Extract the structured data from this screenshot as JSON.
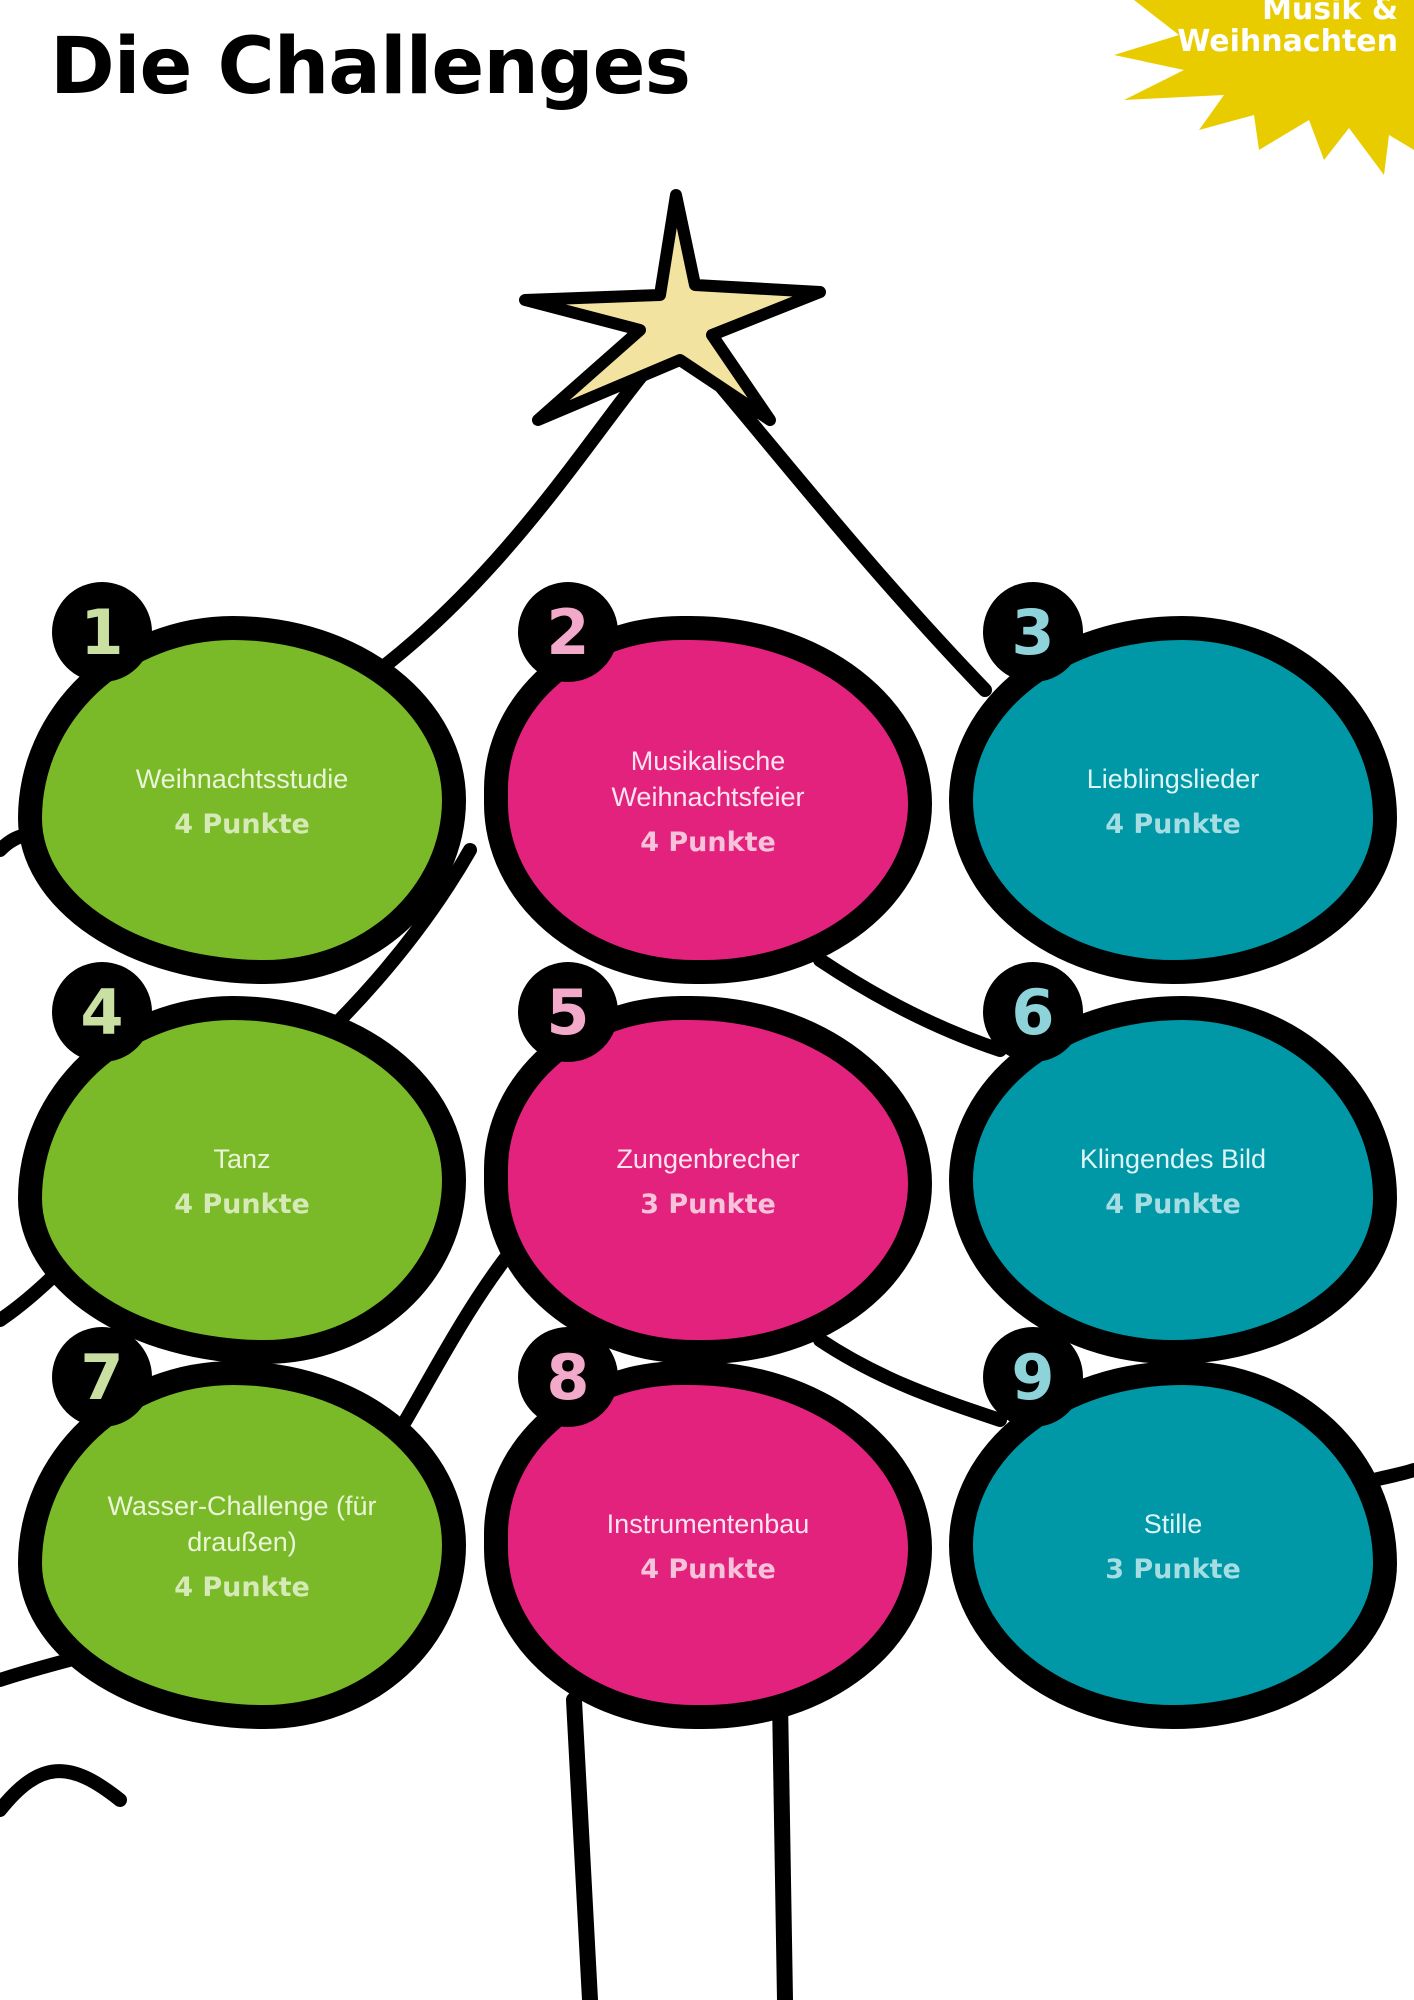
{
  "title": "Die Challenges",
  "badge": {
    "line1": "Musik &",
    "line2": "Weihnachten"
  },
  "colors": {
    "green": "#7ab928",
    "pink": "#e3227d",
    "teal": "#0098a6",
    "badge": "#e8cc00",
    "star": "#f3e3a0"
  },
  "challenges": [
    {
      "number": "1",
      "name": "Weihnachtsstudie",
      "points": "4 Punkte",
      "color": "green"
    },
    {
      "number": "2",
      "name": "Musikalische Weihnachtsfeier",
      "points": "4 Punkte",
      "color": "pink"
    },
    {
      "number": "3",
      "name": "Lieblingslieder",
      "points": "4 Punkte",
      "color": "teal"
    },
    {
      "number": "4",
      "name": "Tanz",
      "points": "4 Punkte",
      "color": "green"
    },
    {
      "number": "5",
      "name": "Zungenbrecher",
      "points": "3 Punkte",
      "color": "pink"
    },
    {
      "number": "6",
      "name": "Klingendes Bild",
      "points": "4 Punkte",
      "color": "teal"
    },
    {
      "number": "7",
      "name": "Wasser-Challenge (für draußen)",
      "points": "4 Punkte",
      "color": "green"
    },
    {
      "number": "8",
      "name": "Instrumentenbau",
      "points": "4 Punkte",
      "color": "pink"
    },
    {
      "number": "9",
      "name": "Stille",
      "points": "3 Punkte",
      "color": "teal"
    }
  ]
}
